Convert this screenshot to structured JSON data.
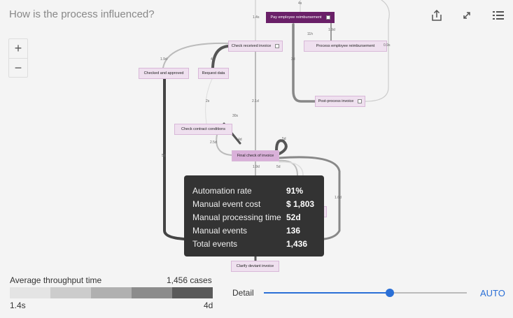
{
  "header": {
    "title": "How is the process influenced?",
    "icons": [
      "share-icon",
      "expand-icon",
      "list-icon"
    ]
  },
  "zoom_controls": {
    "zoom_in": "+",
    "zoom_out": "−"
  },
  "nodes": {
    "pay": "Pay employee reimbursement",
    "process_emp": "Process employee reimbursement",
    "check_received": "Check received invoice",
    "checked_approved": "Checked and approved",
    "request_data": "Request data",
    "post_process": "Post-process invoice",
    "check_contract": "Check contract conditions",
    "final_check": "Final check of invoice",
    "clarify": "Clarify deviant invoice"
  },
  "edges": [
    "4s",
    "1.4s",
    "11h",
    "1.9d",
    "0.9s",
    "1.9d",
    "4d",
    "3d",
    "2s",
    "2.1d",
    "30s",
    "4d",
    "2.5d",
    "5d",
    "5d",
    "1.9d",
    "5d",
    "1.6d"
  ],
  "tooltip": [
    {
      "label": "Automation rate",
      "value": "91%"
    },
    {
      "label": "Manual event cost",
      "value": "$ 1,803"
    },
    {
      "label": "Manual processing time",
      "value": "52d"
    },
    {
      "label": "Manual events",
      "value": "136"
    },
    {
      "label": "Total events",
      "value": "1,436"
    }
  ],
  "legend": {
    "title": "Average throughput time",
    "cases": "1,456 cases",
    "min": "1.4s",
    "max": "4d",
    "colors": [
      "#e4e4e4",
      "#cccccc",
      "#b0b0b0",
      "#8c8c8c",
      "#5a5a5a"
    ]
  },
  "detail": {
    "label": "Detail",
    "level_percent": 62,
    "auto_label": "AUTO",
    "accent": "#2a6fd6"
  }
}
